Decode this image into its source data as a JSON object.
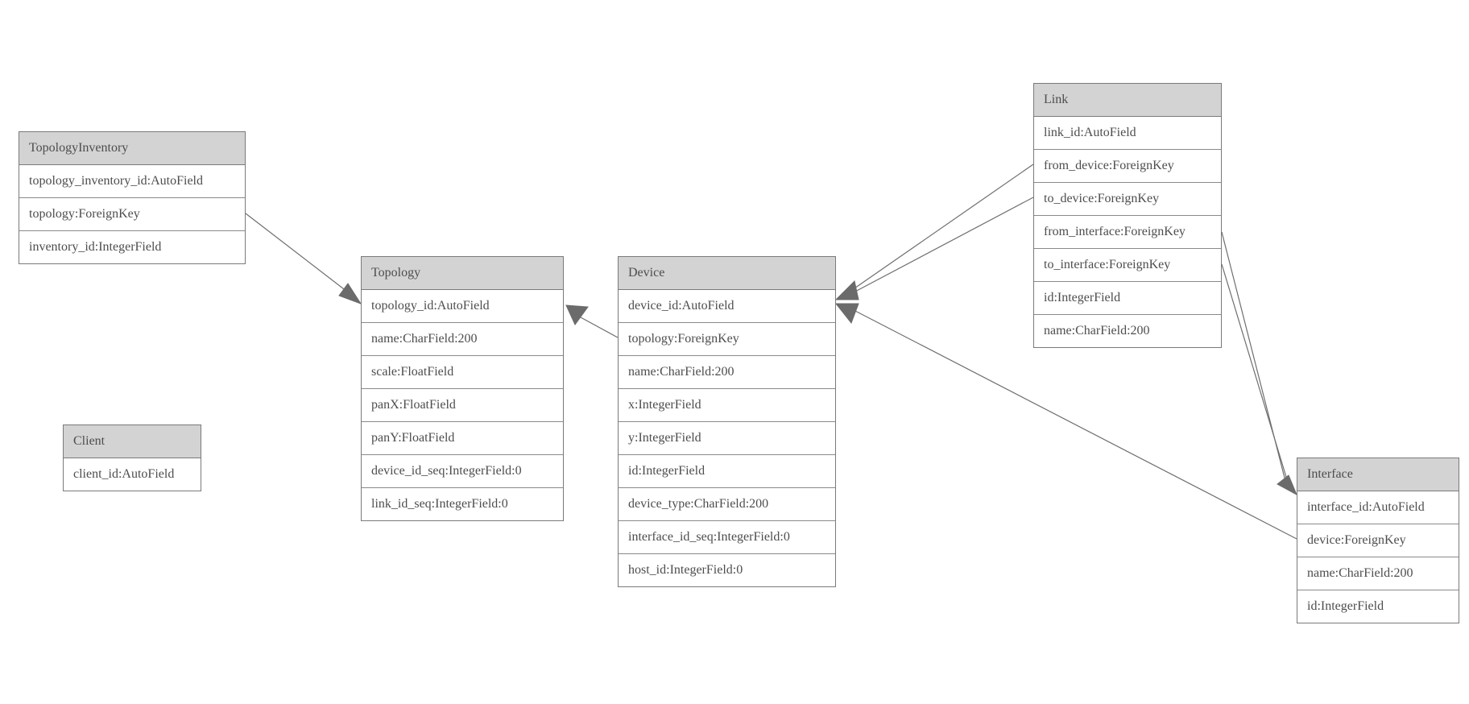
{
  "diagram": {
    "type": "database-model-diagram",
    "background": "#ffffff",
    "colors": {
      "header_fill": "#d3d3d3",
      "border": "#7a7a7a",
      "text": "#4d4d4d",
      "edge_line": "#6e6e6e",
      "arrowhead_fill": "#6b6b6b"
    }
  },
  "entities": {
    "topology_inventory": {
      "name": "TopologyInventory",
      "fields": [
        "topology_inventory_id:AutoField",
        "topology:ForeignKey",
        "inventory_id:IntegerField"
      ]
    },
    "topology": {
      "name": "Topology",
      "fields": [
        "topology_id:AutoField",
        "name:CharField:200",
        "scale:FloatField",
        "panX:FloatField",
        "panY:FloatField",
        "device_id_seq:IntegerField:0",
        "link_id_seq:IntegerField:0"
      ]
    },
    "client": {
      "name": "Client",
      "fields": [
        "client_id:AutoField"
      ]
    },
    "device": {
      "name": "Device",
      "fields": [
        "device_id:AutoField",
        "topology:ForeignKey",
        "name:CharField:200",
        "x:IntegerField",
        "y:IntegerField",
        "id:IntegerField",
        "device_type:CharField:200",
        "interface_id_seq:IntegerField:0",
        "host_id:IntegerField:0"
      ]
    },
    "link": {
      "name": "Link",
      "fields": [
        "link_id:AutoField",
        "from_device:ForeignKey",
        "to_device:ForeignKey",
        "from_interface:ForeignKey",
        "to_interface:ForeignKey",
        "id:IntegerField",
        "name:CharField:200"
      ]
    },
    "interface": {
      "name": "Interface",
      "fields": [
        "interface_id:AutoField",
        "device:ForeignKey",
        "name:CharField:200",
        "id:IntegerField"
      ]
    }
  },
  "relationships": [
    {
      "from": "TopologyInventory.topology",
      "to": "Topology.topology_id"
    },
    {
      "from": "Device.topology",
      "to": "Topology.topology_id"
    },
    {
      "from": "Link.from_device",
      "to": "Device.device_id"
    },
    {
      "from": "Link.to_device",
      "to": "Device.device_id"
    },
    {
      "from": "Interface.device",
      "to": "Device.device_id"
    },
    {
      "from": "Link.from_interface",
      "to": "Interface.interface_id"
    },
    {
      "from": "Link.to_interface",
      "to": "Interface.interface_id"
    }
  ]
}
